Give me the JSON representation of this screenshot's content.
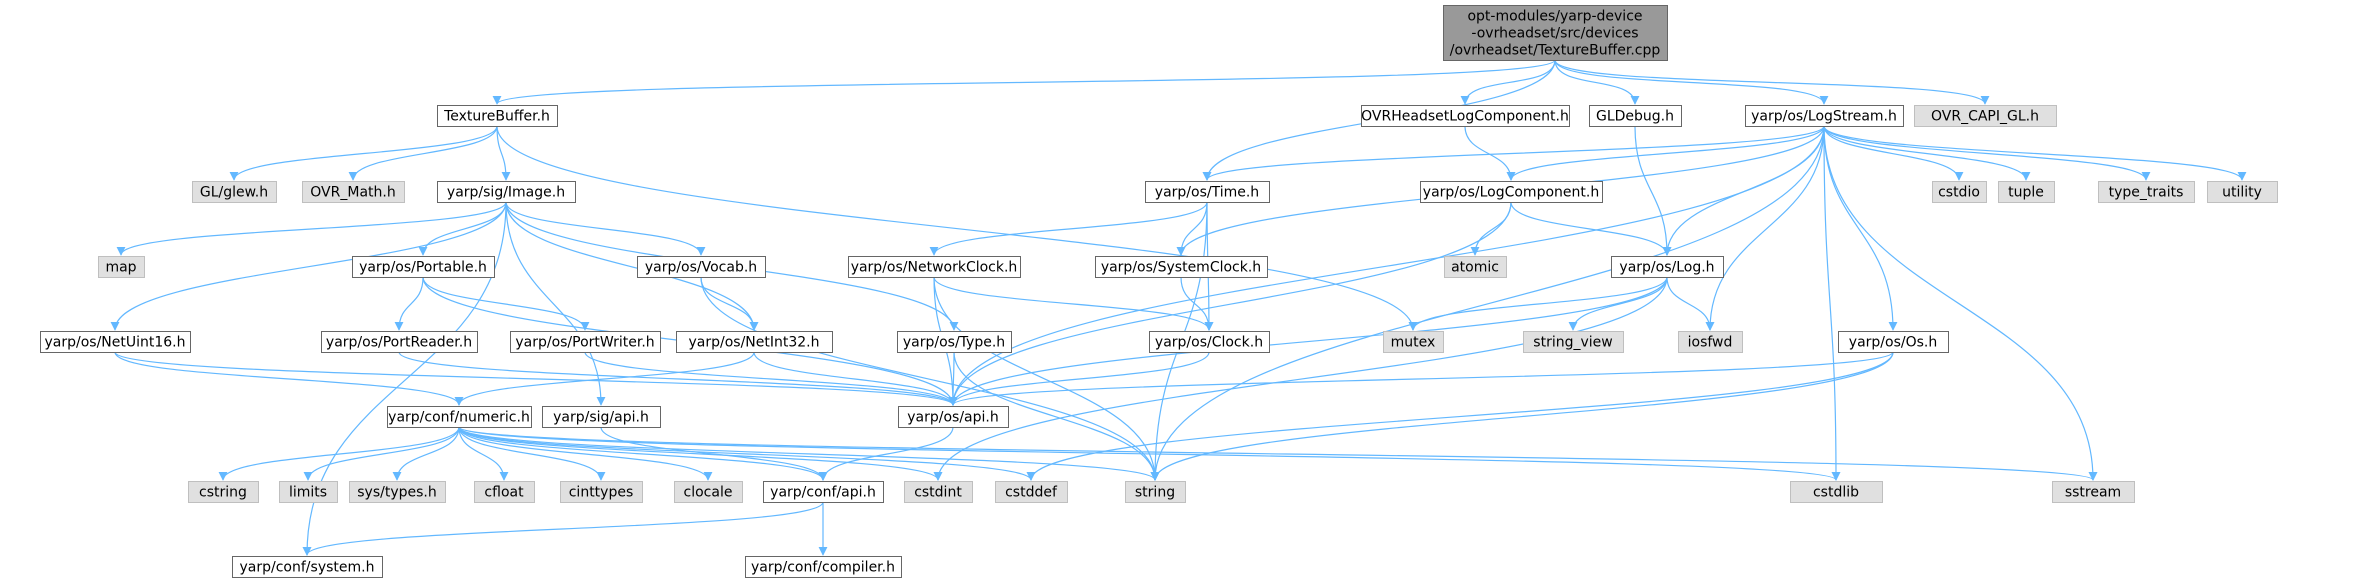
{
  "colors": {
    "edge": "#63b8ff",
    "node_border": "#666666",
    "file_fill": "#ffffff",
    "system_fill": "#e0e0e0",
    "root_fill": "#999999"
  },
  "nodes": {
    "root": {
      "lines": [
        "opt-modules/yarp-device",
        "-ovrheadset/src/devices",
        "/ovrheadset/TextureBuffer.cpp"
      ],
      "kind": "root"
    },
    "texturebuffer": {
      "label": "TextureBuffer.h",
      "kind": "file"
    },
    "ovrheadsetlogcomponent": {
      "label": "OVRHeadsetLogComponent.h",
      "kind": "file"
    },
    "gldebug": {
      "label": "GLDebug.h",
      "kind": "file"
    },
    "logstream": {
      "label": "yarp/os/LogStream.h",
      "kind": "file"
    },
    "ovr_capi_gl": {
      "label": "OVR_CAPI_GL.h",
      "kind": "system"
    },
    "glew": {
      "label": "GL/glew.h",
      "kind": "system"
    },
    "ovr_math": {
      "label": "OVR_Math.h",
      "kind": "system"
    },
    "image": {
      "label": "yarp/sig/Image.h",
      "kind": "file"
    },
    "time": {
      "label": "yarp/os/Time.h",
      "kind": "file"
    },
    "logcomponent": {
      "label": "yarp/os/LogComponent.h",
      "kind": "file"
    },
    "cstdio": {
      "label": "cstdio",
      "kind": "system"
    },
    "tuple": {
      "label": "tuple",
      "kind": "system"
    },
    "type_traits": {
      "label": "type_traits",
      "kind": "system"
    },
    "utility": {
      "label": "utility",
      "kind": "system"
    },
    "map": {
      "label": "map",
      "kind": "system"
    },
    "portable": {
      "label": "yarp/os/Portable.h",
      "kind": "file"
    },
    "vocab": {
      "label": "yarp/os/Vocab.h",
      "kind": "file"
    },
    "networkclock": {
      "label": "yarp/os/NetworkClock.h",
      "kind": "file"
    },
    "systemclock": {
      "label": "yarp/os/SystemClock.h",
      "kind": "file"
    },
    "atomic": {
      "label": "atomic",
      "kind": "system"
    },
    "log": {
      "label": "yarp/os/Log.h",
      "kind": "file"
    },
    "netuint16": {
      "label": "yarp/os/NetUint16.h",
      "kind": "file"
    },
    "portreader": {
      "label": "yarp/os/PortReader.h",
      "kind": "file"
    },
    "portwriter": {
      "label": "yarp/os/PortWriter.h",
      "kind": "file"
    },
    "netint32": {
      "label": "yarp/os/NetInt32.h",
      "kind": "file"
    },
    "type": {
      "label": "yarp/os/Type.h",
      "kind": "file"
    },
    "clock": {
      "label": "yarp/os/Clock.h",
      "kind": "file"
    },
    "mutex": {
      "label": "mutex",
      "kind": "system"
    },
    "string_view": {
      "label": "string_view",
      "kind": "system"
    },
    "iosfwd": {
      "label": "iosfwd",
      "kind": "system"
    },
    "os": {
      "label": "yarp/os/Os.h",
      "kind": "file"
    },
    "numeric": {
      "label": "yarp/conf/numeric.h",
      "kind": "file"
    },
    "sigapi": {
      "label": "yarp/sig/api.h",
      "kind": "file"
    },
    "osapi": {
      "label": "yarp/os/api.h",
      "kind": "file"
    },
    "cstring": {
      "label": "cstring",
      "kind": "system"
    },
    "limits": {
      "label": "limits",
      "kind": "system"
    },
    "systypes": {
      "label": "sys/types.h",
      "kind": "system"
    },
    "cfloat": {
      "label": "cfloat",
      "kind": "system"
    },
    "cinttypes": {
      "label": "cinttypes",
      "kind": "system"
    },
    "clocale": {
      "label": "clocale",
      "kind": "system"
    },
    "confapi": {
      "label": "yarp/conf/api.h",
      "kind": "file"
    },
    "cstdint": {
      "label": "cstdint",
      "kind": "system"
    },
    "cstddef": {
      "label": "cstddef",
      "kind": "system"
    },
    "string": {
      "label": "string",
      "kind": "system"
    },
    "cstdlib": {
      "label": "cstdlib",
      "kind": "system"
    },
    "sstream": {
      "label": "sstream",
      "kind": "system"
    },
    "system": {
      "label": "yarp/conf/system.h",
      "kind": "file"
    },
    "compiler": {
      "label": "yarp/conf/compiler.h",
      "kind": "file"
    }
  },
  "edges": [
    [
      "root",
      "texturebuffer"
    ],
    [
      "root",
      "time"
    ],
    [
      "root",
      "ovrheadsetlogcomponent"
    ],
    [
      "root",
      "gldebug"
    ],
    [
      "root",
      "logstream"
    ],
    [
      "root",
      "ovr_capi_gl"
    ],
    [
      "texturebuffer",
      "glew"
    ],
    [
      "texturebuffer",
      "ovr_math"
    ],
    [
      "texturebuffer",
      "image"
    ],
    [
      "texturebuffer",
      "mutex"
    ],
    [
      "ovrheadsetlogcomponent",
      "logcomponent"
    ],
    [
      "gldebug",
      "log"
    ],
    [
      "logstream",
      "time"
    ],
    [
      "logstream",
      "logcomponent"
    ],
    [
      "logstream",
      "systemclock"
    ],
    [
      "logstream",
      "log"
    ],
    [
      "logstream",
      "iosfwd"
    ],
    [
      "logstream",
      "osapi"
    ],
    [
      "logstream",
      "os"
    ],
    [
      "logstream",
      "string"
    ],
    [
      "logstream",
      "cstdio"
    ],
    [
      "logstream",
      "tuple"
    ],
    [
      "logstream",
      "type_traits"
    ],
    [
      "logstream",
      "utility"
    ],
    [
      "logstream",
      "cstdlib"
    ],
    [
      "logstream",
      "sstream"
    ],
    [
      "image",
      "map"
    ],
    [
      "image",
      "portable"
    ],
    [
      "image",
      "vocab"
    ],
    [
      "image",
      "type"
    ],
    [
      "image",
      "netint32"
    ],
    [
      "image",
      "netuint16"
    ],
    [
      "image",
      "sigapi"
    ],
    [
      "image",
      "system"
    ],
    [
      "time",
      "networkclock"
    ],
    [
      "time",
      "systemclock"
    ],
    [
      "time",
      "clock"
    ],
    [
      "time",
      "string"
    ],
    [
      "logcomponent",
      "atomic"
    ],
    [
      "logcomponent",
      "log"
    ],
    [
      "logcomponent",
      "osapi"
    ],
    [
      "portable",
      "portreader"
    ],
    [
      "portable",
      "portwriter"
    ],
    [
      "portable",
      "osapi"
    ],
    [
      "vocab",
      "netint32"
    ],
    [
      "vocab",
      "string"
    ],
    [
      "networkclock",
      "clock"
    ],
    [
      "networkclock",
      "osapi"
    ],
    [
      "networkclock",
      "string"
    ],
    [
      "systemclock",
      "clock"
    ],
    [
      "clock",
      "osapi"
    ],
    [
      "log",
      "mutex"
    ],
    [
      "log",
      "string_view"
    ],
    [
      "log",
      "iosfwd"
    ],
    [
      "log",
      "osapi"
    ],
    [
      "log",
      "cstdint"
    ],
    [
      "netuint16",
      "numeric"
    ],
    [
      "netuint16",
      "osapi"
    ],
    [
      "portreader",
      "osapi"
    ],
    [
      "portwriter",
      "osapi"
    ],
    [
      "netint32",
      "numeric"
    ],
    [
      "netint32",
      "osapi"
    ],
    [
      "type",
      "osapi"
    ],
    [
      "type",
      "string"
    ],
    [
      "os",
      "osapi"
    ],
    [
      "os",
      "string"
    ],
    [
      "os",
      "cstddef"
    ],
    [
      "numeric",
      "cstring"
    ],
    [
      "numeric",
      "limits"
    ],
    [
      "numeric",
      "systypes"
    ],
    [
      "numeric",
      "cfloat"
    ],
    [
      "numeric",
      "cinttypes"
    ],
    [
      "numeric",
      "clocale"
    ],
    [
      "numeric",
      "confapi"
    ],
    [
      "numeric",
      "cstdint"
    ],
    [
      "numeric",
      "cstddef"
    ],
    [
      "numeric",
      "string"
    ],
    [
      "numeric",
      "cstdlib"
    ],
    [
      "numeric",
      "sstream"
    ],
    [
      "sigapi",
      "confapi"
    ],
    [
      "osapi",
      "confapi"
    ],
    [
      "confapi",
      "system"
    ],
    [
      "confapi",
      "compiler"
    ]
  ]
}
